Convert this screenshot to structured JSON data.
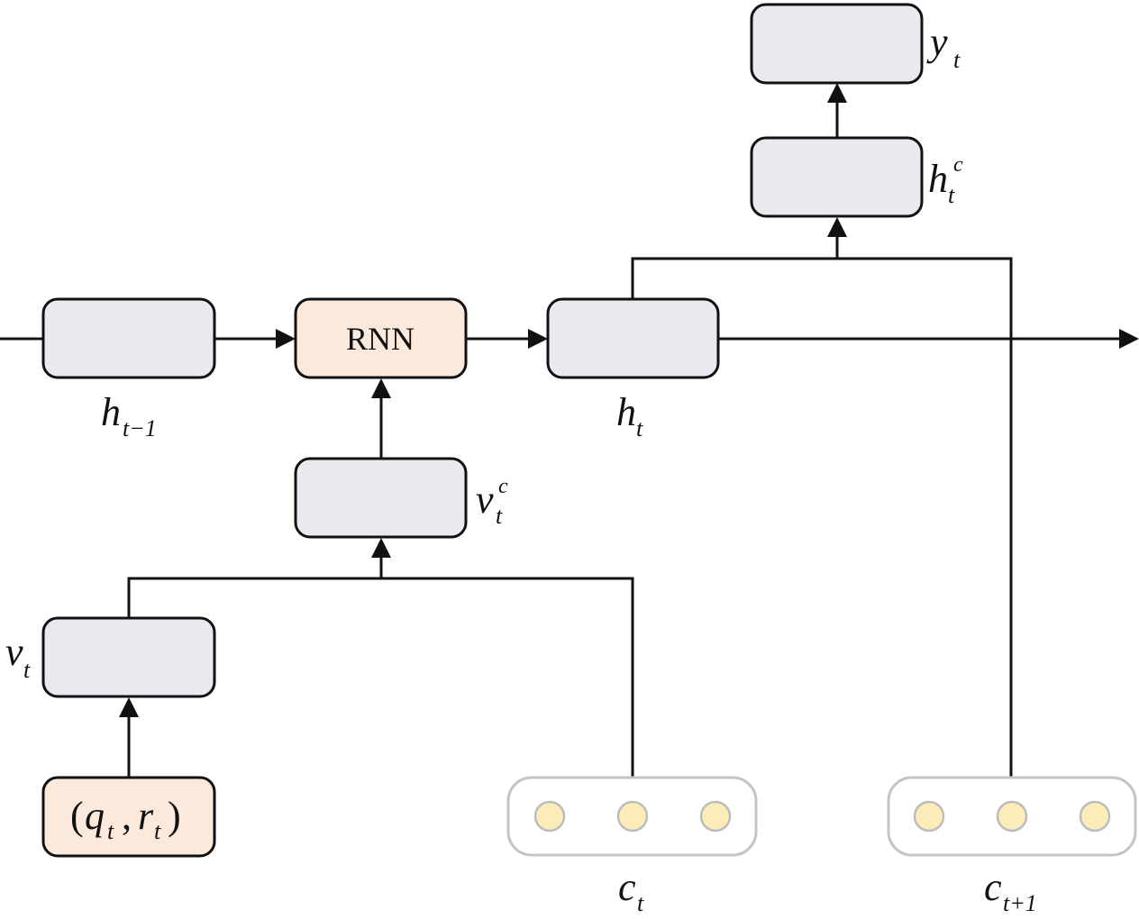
{
  "nodes": {
    "h_prev": {
      "symbol": "h",
      "subscript": "t−1"
    },
    "rnn": {
      "label": "RNN"
    },
    "h_t": {
      "symbol": "h",
      "subscript": "t"
    },
    "h_c": {
      "symbol": "h",
      "subscript": "t",
      "superscript": "c"
    },
    "y_t": {
      "symbol": "y",
      "subscript": "t"
    },
    "v_c": {
      "symbol": "v",
      "subscript": "t",
      "superscript": "c"
    },
    "v_t": {
      "symbol": "v",
      "subscript": "t"
    },
    "input": {
      "open": "(",
      "q": "q",
      "q_sub": "t",
      "comma": ",",
      "r": "r",
      "r_sub": "t",
      "close": ")"
    },
    "c_t": {
      "symbol": "c",
      "subscript": "t",
      "dots": 3
    },
    "c_next": {
      "symbol": "c",
      "subscript": "t+1",
      "dots": 3
    }
  },
  "colors": {
    "state_fill": "#ece8f0",
    "rnn_fill": "#fbe9dc",
    "concept_dot_fill": "#fcecb8",
    "concept_border": "#c4c4c4",
    "stroke": "#111111"
  }
}
